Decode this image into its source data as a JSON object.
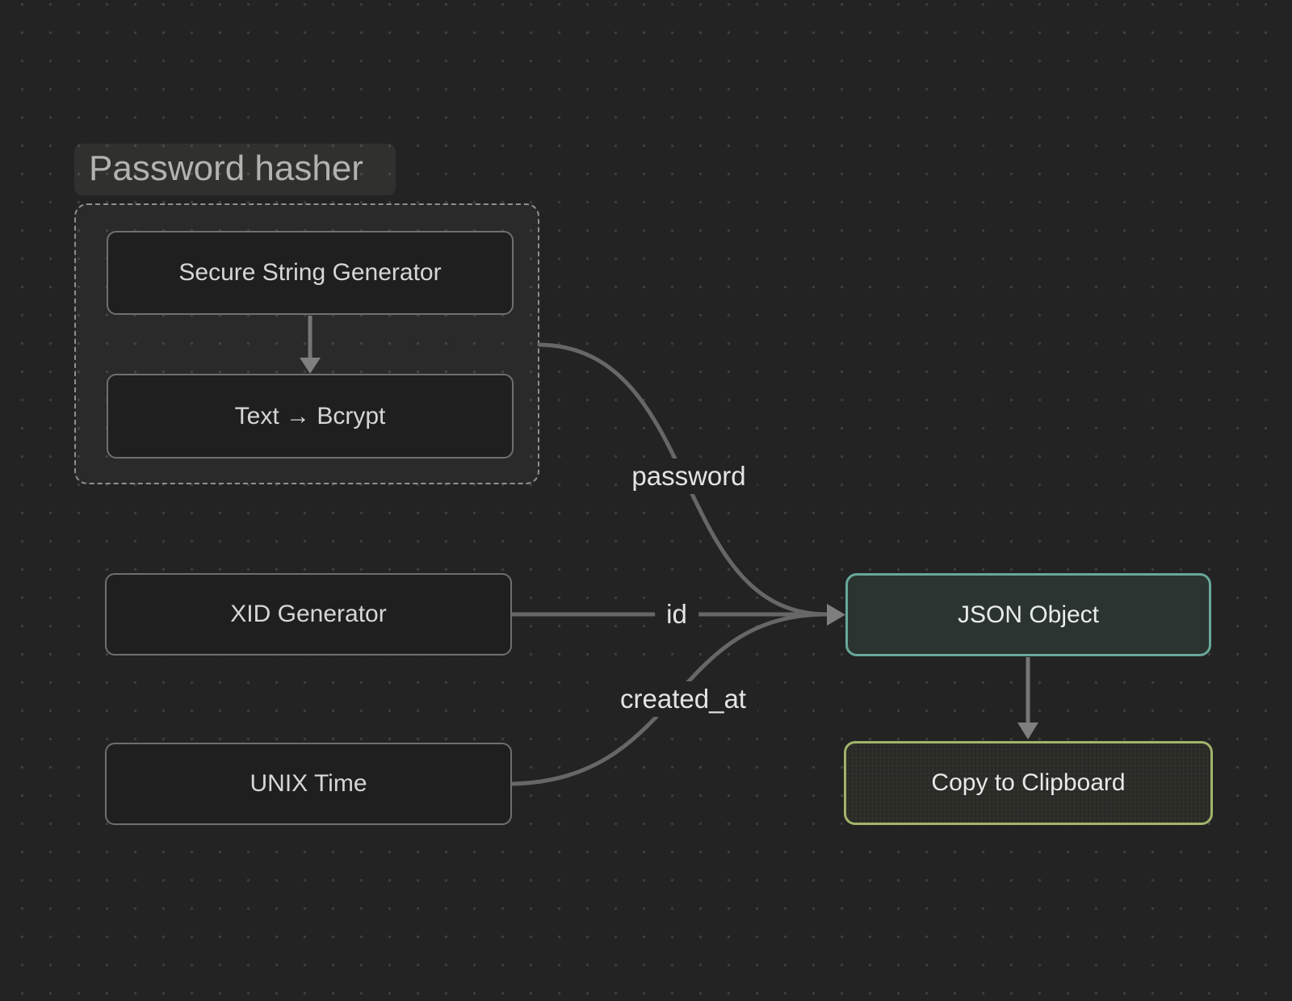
{
  "group": {
    "label": "Password hasher"
  },
  "nodes": {
    "secure_string_generator": {
      "label": "Secure String Generator"
    },
    "text_bcrypt": {
      "label": "Text → Bcrypt"
    },
    "xid_generator": {
      "label": "XID Generator"
    },
    "unix_time": {
      "label": "UNIX Time"
    },
    "json_object": {
      "label": "JSON Object",
      "accent": "#68a89b"
    },
    "copy_to_clipboard": {
      "label": "Copy to Clipboard",
      "accent": "#a2b46c"
    }
  },
  "edge_labels": {
    "password": "password",
    "id": "id",
    "created_at": "created_at"
  },
  "colors": {
    "canvas_bg": "#232323",
    "grid_dot": "#3d3d3d",
    "edge_stroke": "#676767",
    "arrowhead": "#7f7f7f",
    "node_border": "#6f6f6f",
    "node_bg": "#1f1f1f",
    "group_border": "#8f8f8f",
    "json_object_border": "#68a89b",
    "copy_to_clipboard_border": "#a2b46c"
  }
}
